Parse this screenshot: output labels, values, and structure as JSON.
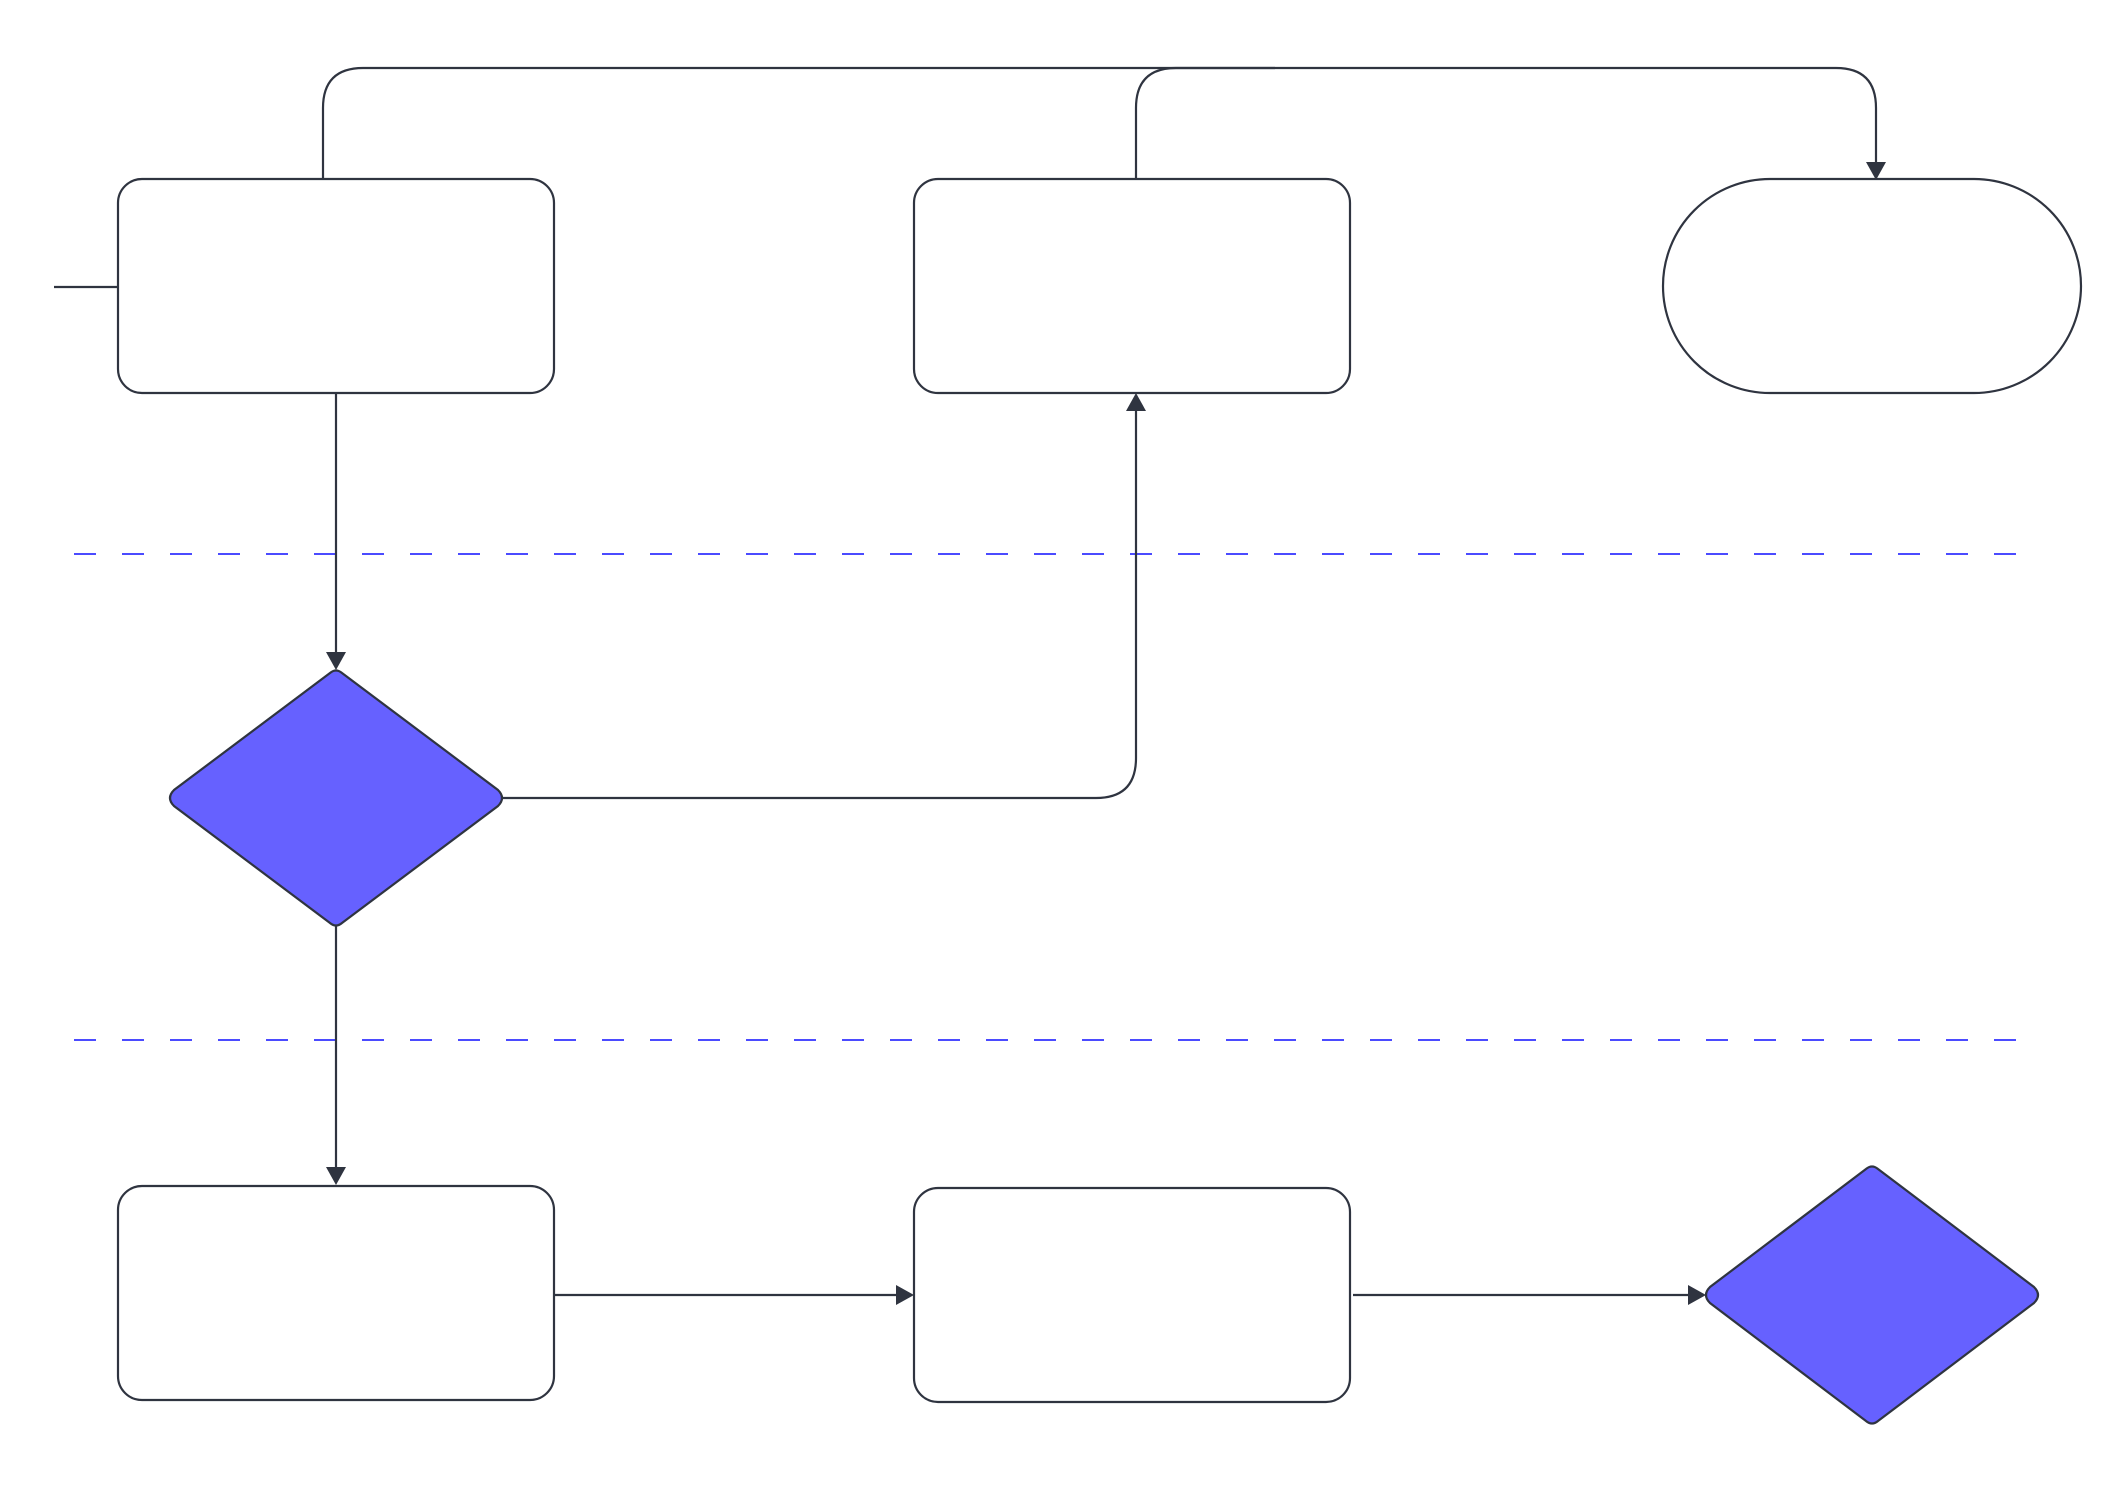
{
  "colors": {
    "canvas_background": "#ffffff",
    "node_stroke": "#2f3440",
    "node_fill": "#ffffff",
    "decision_fill": "#6661ff",
    "lane_divider": "#4b4bff"
  },
  "diagram": {
    "type": "cross-functional flowchart",
    "lane_count": 3,
    "lane_divider_style": "dashed",
    "nodes": [
      {
        "id": "process-top-left",
        "shape": "rounded-rectangle",
        "label": ""
      },
      {
        "id": "process-top-middle",
        "shape": "rounded-rectangle",
        "label": ""
      },
      {
        "id": "terminator-top-right",
        "shape": "stadium",
        "label": ""
      },
      {
        "id": "decision-middle-left",
        "shape": "diamond",
        "label": ""
      },
      {
        "id": "process-bottom-left",
        "shape": "rounded-rectangle",
        "label": ""
      },
      {
        "id": "process-bottom-middle",
        "shape": "rounded-rectangle",
        "label": ""
      },
      {
        "id": "decision-bottom-right",
        "shape": "diamond",
        "label": ""
      }
    ],
    "edges": [
      {
        "from": "entry",
        "to": "process-top-left",
        "arrow": false
      },
      {
        "from": "process-top-left",
        "to": "terminator-top-right",
        "arrow": true
      },
      {
        "from": "process-top-middle",
        "to": "terminator-top-right",
        "arrow": true
      },
      {
        "from": "process-top-left",
        "to": "decision-middle-left",
        "arrow": true
      },
      {
        "from": "decision-middle-left",
        "to": "process-top-middle",
        "arrow": true
      },
      {
        "from": "decision-middle-left",
        "to": "process-bottom-left",
        "arrow": true
      },
      {
        "from": "process-bottom-left",
        "to": "process-bottom-middle",
        "arrow": true
      },
      {
        "from": "process-bottom-middle",
        "to": "decision-bottom-right",
        "arrow": true
      }
    ]
  }
}
